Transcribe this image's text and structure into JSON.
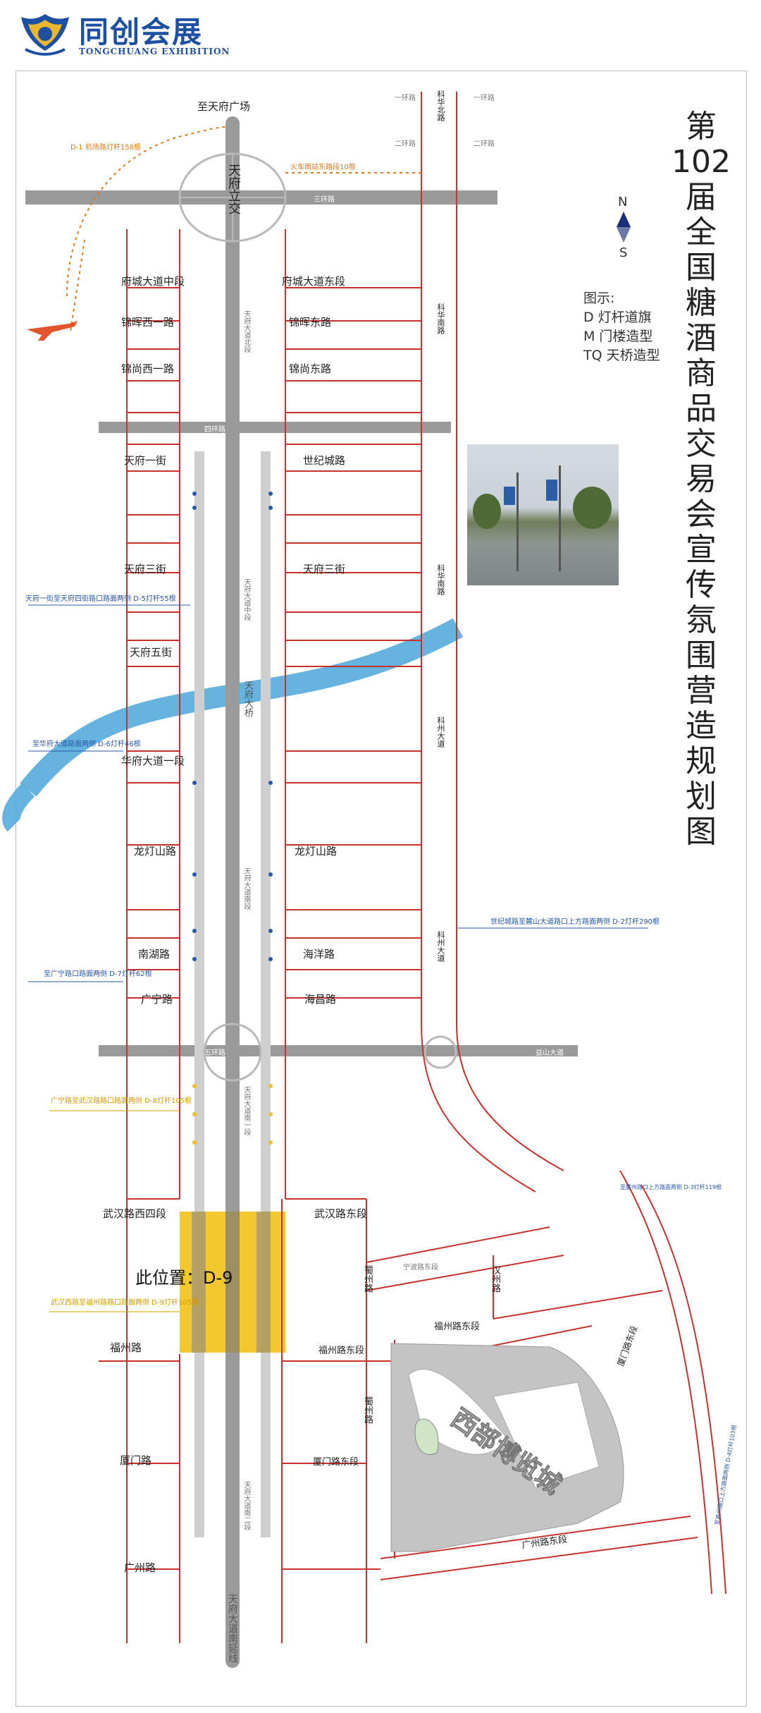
{
  "brand": {
    "name_cn": "同创会展",
    "name_en": "TONGCHUANG EXHIBITION",
    "primary_color": "#1d4fa3"
  },
  "title": {
    "chars": [
      "第",
      "102",
      "届",
      "全",
      "国",
      "糖",
      "酒",
      "商",
      "品",
      "交",
      "易",
      "会",
      "宣",
      "传",
      "氛",
      "围",
      "营",
      "造",
      "规",
      "划",
      "图"
    ]
  },
  "compass": {
    "n": "N",
    "s": "S"
  },
  "legend": {
    "heading": "图示:",
    "items": [
      "D 灯杆道旗",
      "M 门楼造型",
      "TQ 天桥造型"
    ]
  },
  "here_label": "此位置：D-9",
  "roads": {
    "to_tianfu_square": "至天府广场",
    "tianfu_interchange": "天府立交",
    "ring3": "三环路",
    "ring4": "四环路",
    "ring5_west": "五环路",
    "yishan": "益山大道",
    "fucheng_mid": "府城大道中段",
    "fucheng_east": "府城大道东段",
    "jinhui_west1": "锦晖西一路",
    "jinhui_east": "锦晖东路",
    "jinshang_west1": "锦尚西一路",
    "jinshang_east": "锦尚东路",
    "tianfu1": "天府一街",
    "shiji_city": "世纪城路",
    "tianfu3_w": "天府三街",
    "tianfu3_e": "天府三街",
    "tianfu5": "天府五街",
    "huafu1": "华府大道一段",
    "longdengshan_w": "龙灯山路",
    "longdengshan_e": "龙灯山路",
    "nanhu": "南湖路",
    "haiyang": "海洋路",
    "guangning": "广宁路",
    "haichang": "海昌路",
    "wuhan_west4": "武汉路西四段",
    "wuhan_east": "武汉路东段",
    "fuzhou": "福州路",
    "fuzhou_east": "福州路东段",
    "xiamen": "厦门路",
    "xiamen_east": "厦门路东段",
    "guangzhou": "广州路",
    "guangzhou_east": "广州路东段",
    "shu_zhou": "蜀州路",
    "han_zhou": "汉州路",
    "ninbo_east": "宁波路东段",
    "kehua_north": "科华北路",
    "kehua_south": "科华南路",
    "kezhou_ave": "科州大道",
    "xiamen_east_b": "厦门路东段",
    "expo_center": "西部博览城",
    "ring1": "一环路",
    "ring2": "二环路",
    "tianfu_ave_north": "天府大道北段",
    "tianfu_ave_mid": "天府大道中段",
    "tianfu_bridge": "天府大桥",
    "tianfu_ave_south": "天府大道南段",
    "tianfu_ave_south1": "天府大道南一段",
    "tianfu_ave_south2": "天府大道南二段",
    "tianfu_ave_south_ext": "天府大道南延线"
  },
  "annotations": {
    "d1": "D-1 机场路灯杆158根",
    "train_east": "火车南站东路段10根",
    "d5": "天府一街至天府四街路口路面两侧 D-5灯杆55根",
    "d6": "至华府大道路面两侧 D-6灯杆46根",
    "d7": "至广宁路口路面两侧 D-7灯杆62根",
    "d2": "世纪城路至麓山大道路口上方路面两侧 D-2灯杆290根",
    "d8": "广宁路至武汉路路口路面两侧 D-8灯杆105根",
    "d9": "武汉西路至福州路路口路面两侧 D-9灯杆105根",
    "m1": "至麓州路口上方路面两侧 D-3灯杆119根",
    "m2": "至高州路口上方路面两侧 D-4灯杆103根"
  },
  "colors": {
    "road": "#c8322e",
    "blue": "#2a58a8",
    "orange": "#e07a18",
    "gold": "#f0c020",
    "river": "#4aa6d8",
    "expo": "#c4c4c4"
  }
}
